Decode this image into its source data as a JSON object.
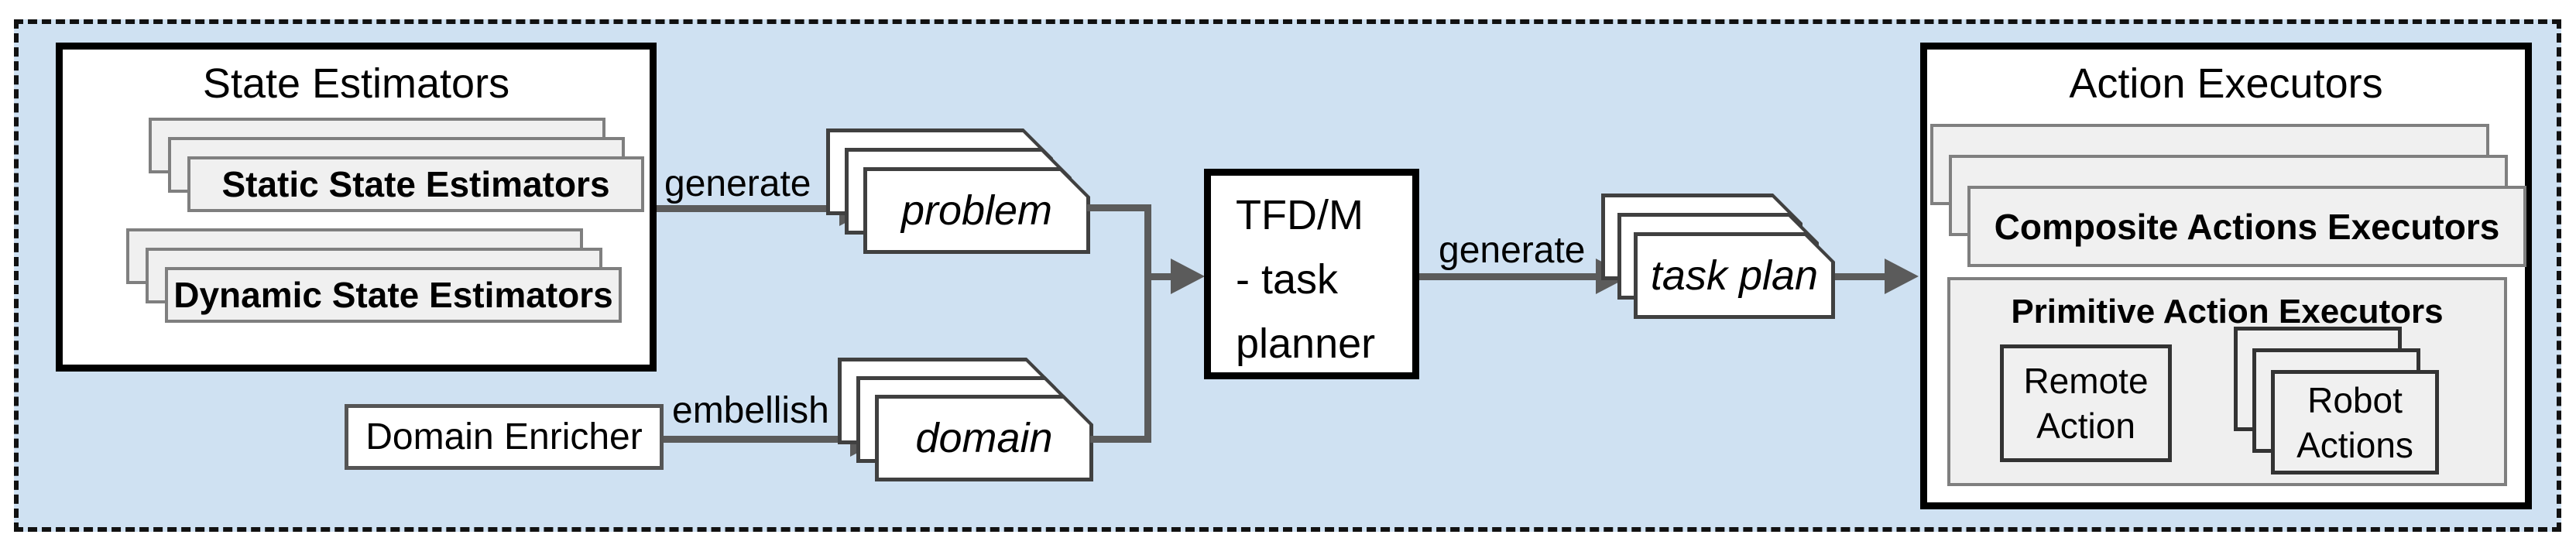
{
  "figure": {
    "background": "#cfe1f2",
    "dashed_border_color": "#111111",
    "arrow_color": "#5b5b5b",
    "gray_card_fill": "#f0f0f0",
    "white_card_fill": "#ffffff"
  },
  "state_estimators": {
    "title": "State Estimators",
    "static_stack_label": "Static State Estimators",
    "dynamic_stack_label": "Dynamic State Estimators"
  },
  "domain_enricher": {
    "label": "Domain Enricher"
  },
  "planner": {
    "line1": "TFD/M",
    "line2": "- task",
    "line3": "planner"
  },
  "documents": {
    "problem": "problem",
    "domain": "domain",
    "task_plan": "task plan"
  },
  "labels": {
    "generate_left": "generate",
    "embellish": "embellish",
    "generate_right": "generate"
  },
  "action_executors": {
    "title": "Action Executors",
    "composite_stack_label": "Composite Actions Executors",
    "primitive": {
      "title": "Primitive Action Executors",
      "remote_label": "Remote Action",
      "robot_label": "Robot Actions"
    }
  }
}
